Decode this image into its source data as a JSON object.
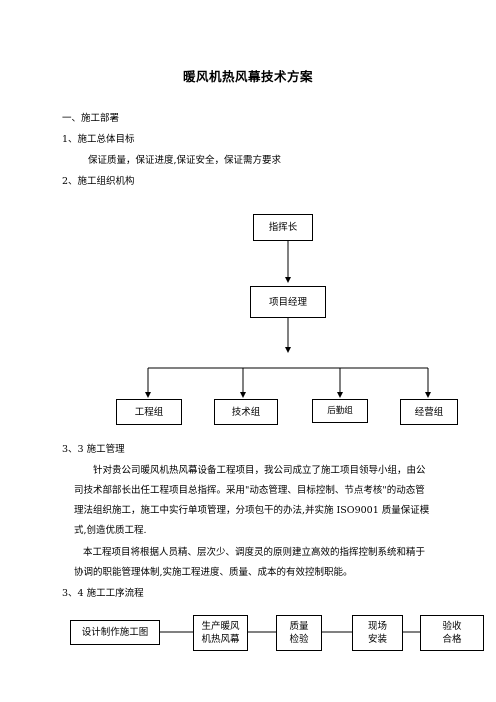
{
  "title": "暖风机热风幕技术方案",
  "section1": "一、施工部署",
  "item1": "1、施工总体目标",
  "goal_text": "保证质量，保证进度,保证安全，保证需方要求",
  "item2": "2、施工组织机构",
  "org": {
    "top": "指挥长",
    "manager": "项目经理",
    "groups": [
      "工程组",
      "技术组",
      "后勤组",
      "经营组"
    ]
  },
  "item3": "3、3 施工管理",
  "para1": "针对贵公司暖风机热风幕设备工程项目，我公司成立了施工项目领导小组，由公司技术部部长出任工程项目总指挥。采用\"动态管理、目标控制、节点考核\"的动态管理法组织施工，施工中实行单项管理，分项包干的办法,并实施 ISO9001 质量保证模式,创造优质工程.",
  "para2": "本工程项目将根据人员精、层次少、调度灵的原则建立高效的指挥控制系统和精于协调的职能管理体制,实施工程进度、质量、成本的有效控制职能。",
  "item4": "3、4 施工工序流程",
  "flow": {
    "step1": "设计制作施工图",
    "step2": [
      "生产暖风",
      "机热风幕"
    ],
    "step3": [
      "质量",
      "检验"
    ],
    "step4": [
      "现场",
      "安装"
    ],
    "step5": [
      "验收",
      "合格"
    ]
  }
}
